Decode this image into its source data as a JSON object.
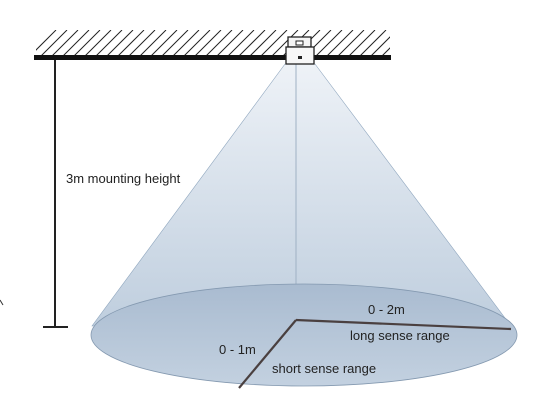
{
  "labels": {
    "mounting_height": "3m mounting height",
    "long_range_value": "0 - 2m",
    "long_range_name": "long sense range",
    "short_range_value": "0 - 1m",
    "short_range_name": "short sense range"
  },
  "colors": {
    "ceiling": "#111111",
    "cone_light": "#e3eaf2",
    "cone_dark": "#c2d0df",
    "floor_ellipse": "#b3c3d6",
    "range_line": "#4a4040",
    "sensor_body": "#f2f2f2"
  }
}
